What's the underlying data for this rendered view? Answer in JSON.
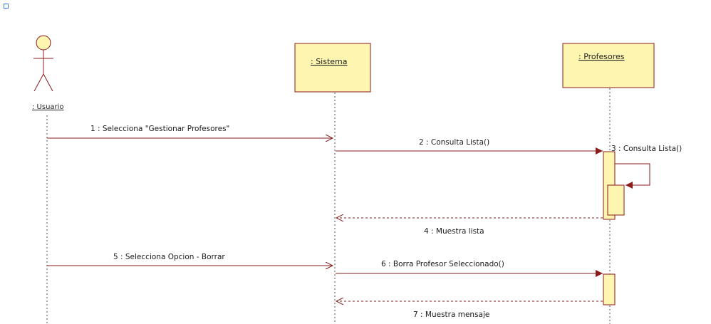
{
  "diagram": {
    "actor": {
      "name": ": Usuario"
    },
    "objects": [
      {
        "id": "sistema",
        "name": ": Sistema"
      },
      {
        "id": "profesores",
        "name": ": Profesores"
      }
    ],
    "messages": [
      {
        "id": "m1",
        "label": "1 : Selecciona \"Gestionar Profesores\""
      },
      {
        "id": "m2",
        "label": "2 : Consulta Lista()"
      },
      {
        "id": "m3",
        "label": "3 : Consulta Lista()"
      },
      {
        "id": "m4",
        "label": "4 : Muestra lista"
      },
      {
        "id": "m5",
        "label": "5 : Selecciona Opcion - Borrar"
      },
      {
        "id": "m6",
        "label": "6 : Borra Profesor Seleccionado()"
      },
      {
        "id": "m7",
        "label": "7 : Muestra mensaje"
      }
    ],
    "colors": {
      "box_fill": "#fdf5b0",
      "box_stroke": "#8a1c1c",
      "line": "#8a1c1c",
      "activation_fill": "#fdf5b0"
    }
  }
}
